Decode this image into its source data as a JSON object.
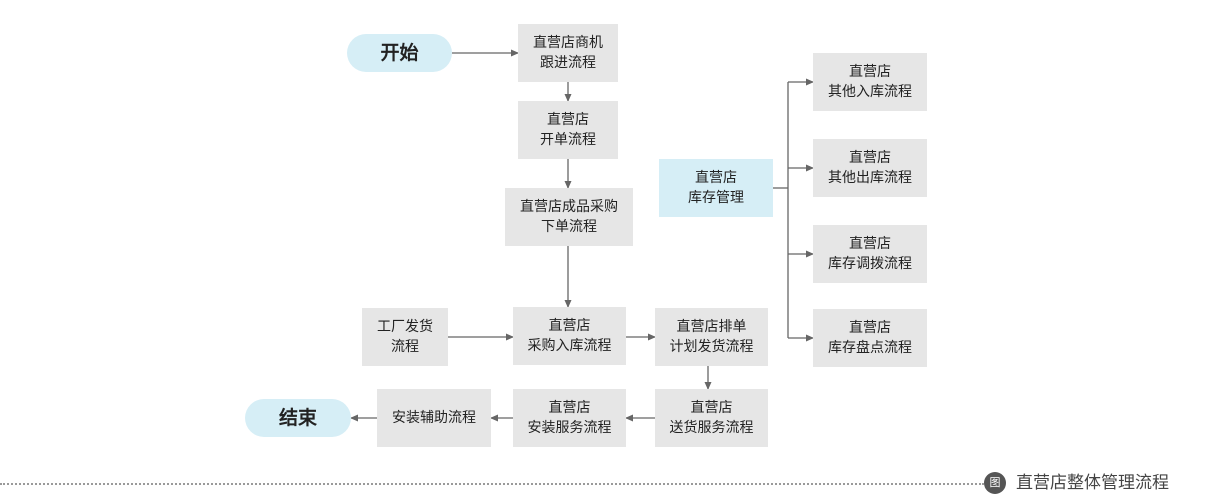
{
  "nodes": {
    "start": "开始",
    "end": "结束",
    "opportunity": "直营店商机\n跟进流程",
    "order": "直营店\n开单流程",
    "purchase_order": "直营店成品采购\n下单流程",
    "factory_ship": "工厂发货\n流程",
    "purchase_in": "直营店\n采购入库流程",
    "schedule_ship": "直营店排单\n计划发货流程",
    "delivery": "直营店\n送货服务流程",
    "install_service": "直营店\n安装服务流程",
    "install_assist": "安装辅助流程",
    "inventory_mgmt": "直营店\n库存管理",
    "other_in": "直营店\n其他入库流程",
    "other_out": "直营店\n其他出库流程",
    "transfer": "直营店\n库存调拨流程",
    "stocktake": "直营店\n库存盘点流程"
  },
  "caption": {
    "badge": "图",
    "text": "直营店整体管理流程"
  },
  "colors": {
    "process_fill": "#e6e6e6",
    "highlight_fill": "#d6eef6",
    "connector": "#666666"
  }
}
